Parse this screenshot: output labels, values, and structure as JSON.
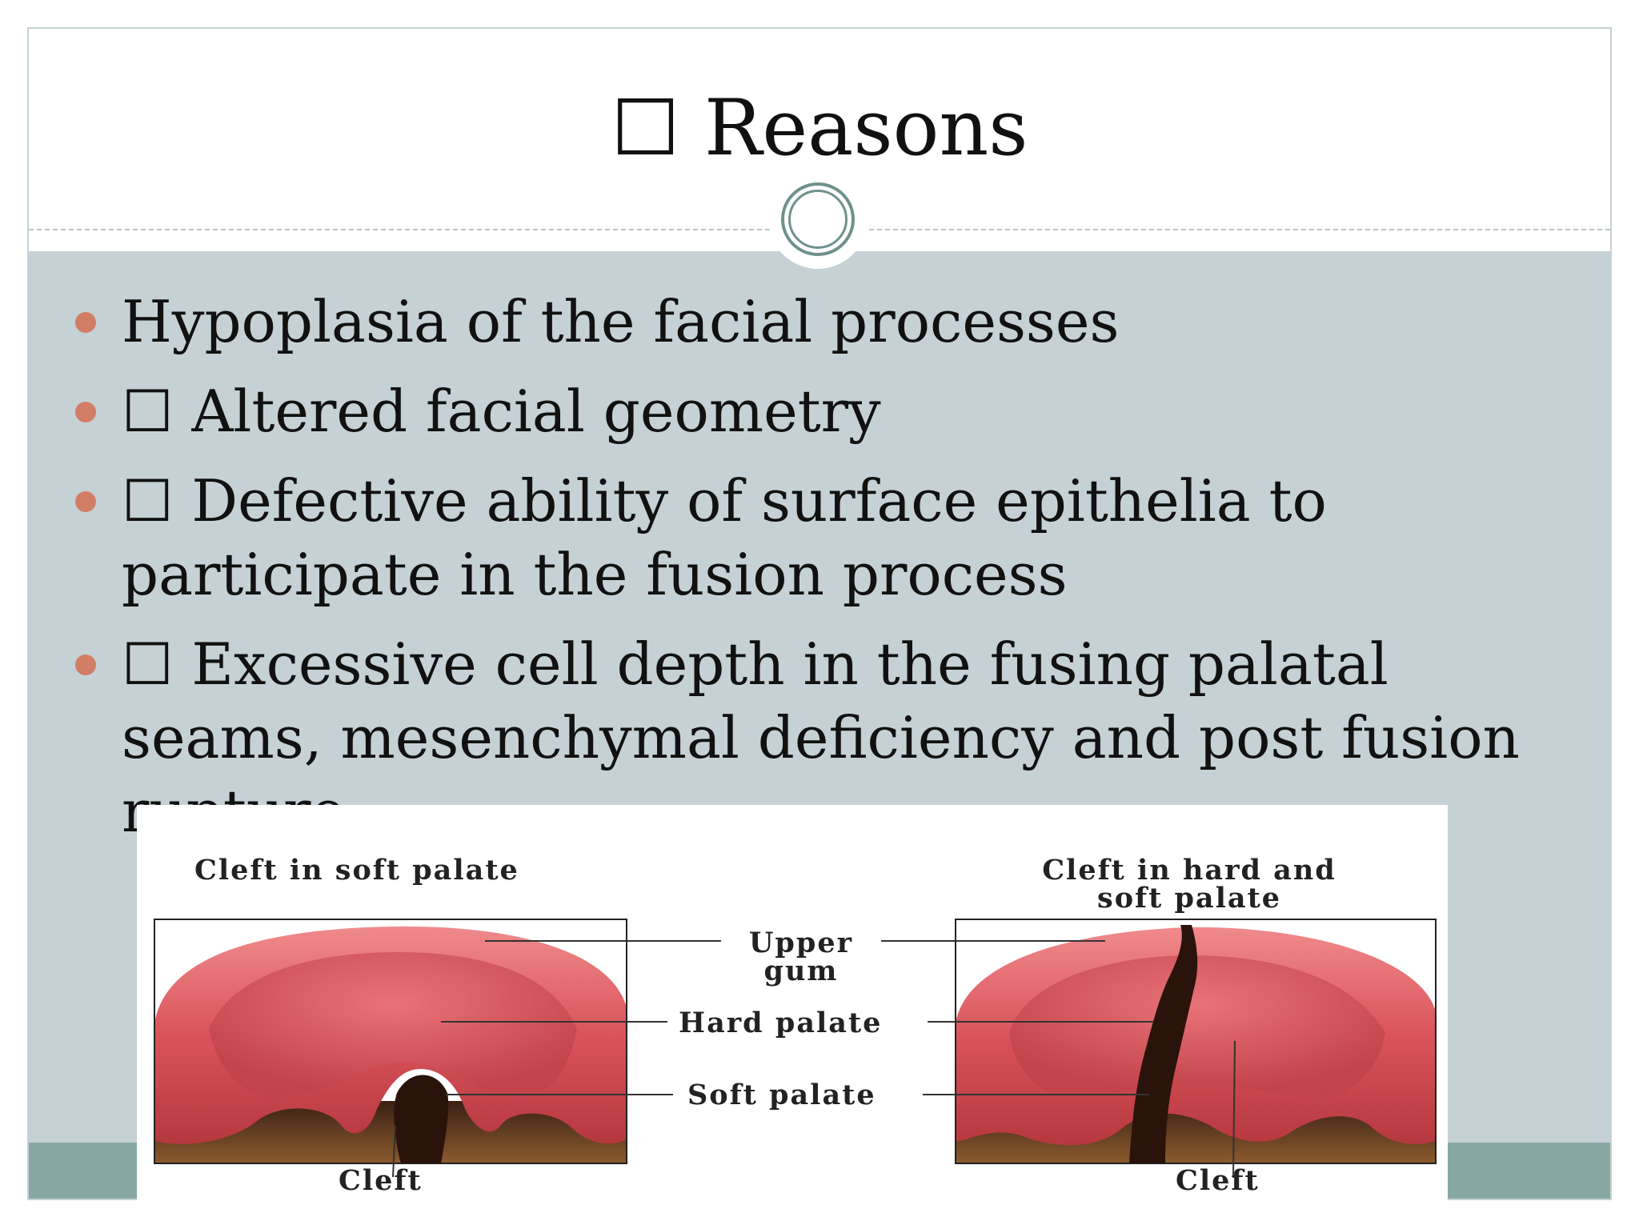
{
  "slide": {
    "title": "☐ Reasons",
    "bullets": [
      "Hypoplasia of the facial processes",
      " ☐ Altered facial geometry",
      "☐ Defective ability of surface epithelia to participate in the fusion process",
      " ☐ Excessive cell depth in the fusing palatal seams, mesenchymal deficiency and post fusion rupture"
    ]
  },
  "figure": {
    "left_caption": "Cleft in soft palate",
    "right_caption_line1": "Cleft in hard and",
    "right_caption_line2": "soft palate",
    "label_upper_gum_line1": "Upper",
    "label_upper_gum_line2": "gum",
    "label_hard_palate": "Hard palate",
    "label_soft_palate": "Soft palate",
    "label_cleft_left": "Cleft",
    "label_cleft_right": "Cleft"
  },
  "colors": {
    "body_background": "#c5d1d5",
    "footer_band": "#88a8a3",
    "bullet_dot": "#d27d65",
    "palate_red": "#d9545a"
  }
}
